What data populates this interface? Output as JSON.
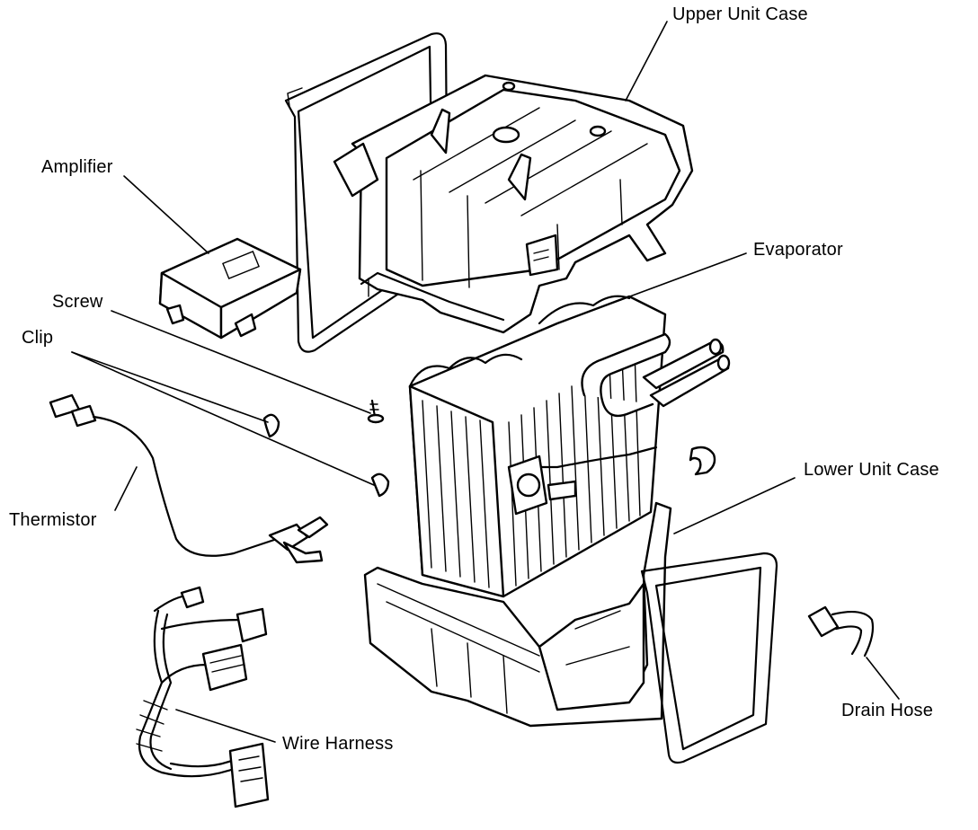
{
  "labels": {
    "upper_unit_case": "Upper Unit Case",
    "amplifier": "Amplifier",
    "evaporator": "Evaporator",
    "screw": "Screw",
    "clip": "Clip",
    "thermistor": "Thermistor",
    "lower_unit_case": "Lower Unit Case",
    "wire_harness": "Wire Harness",
    "drain_hose": "Drain Hose"
  }
}
